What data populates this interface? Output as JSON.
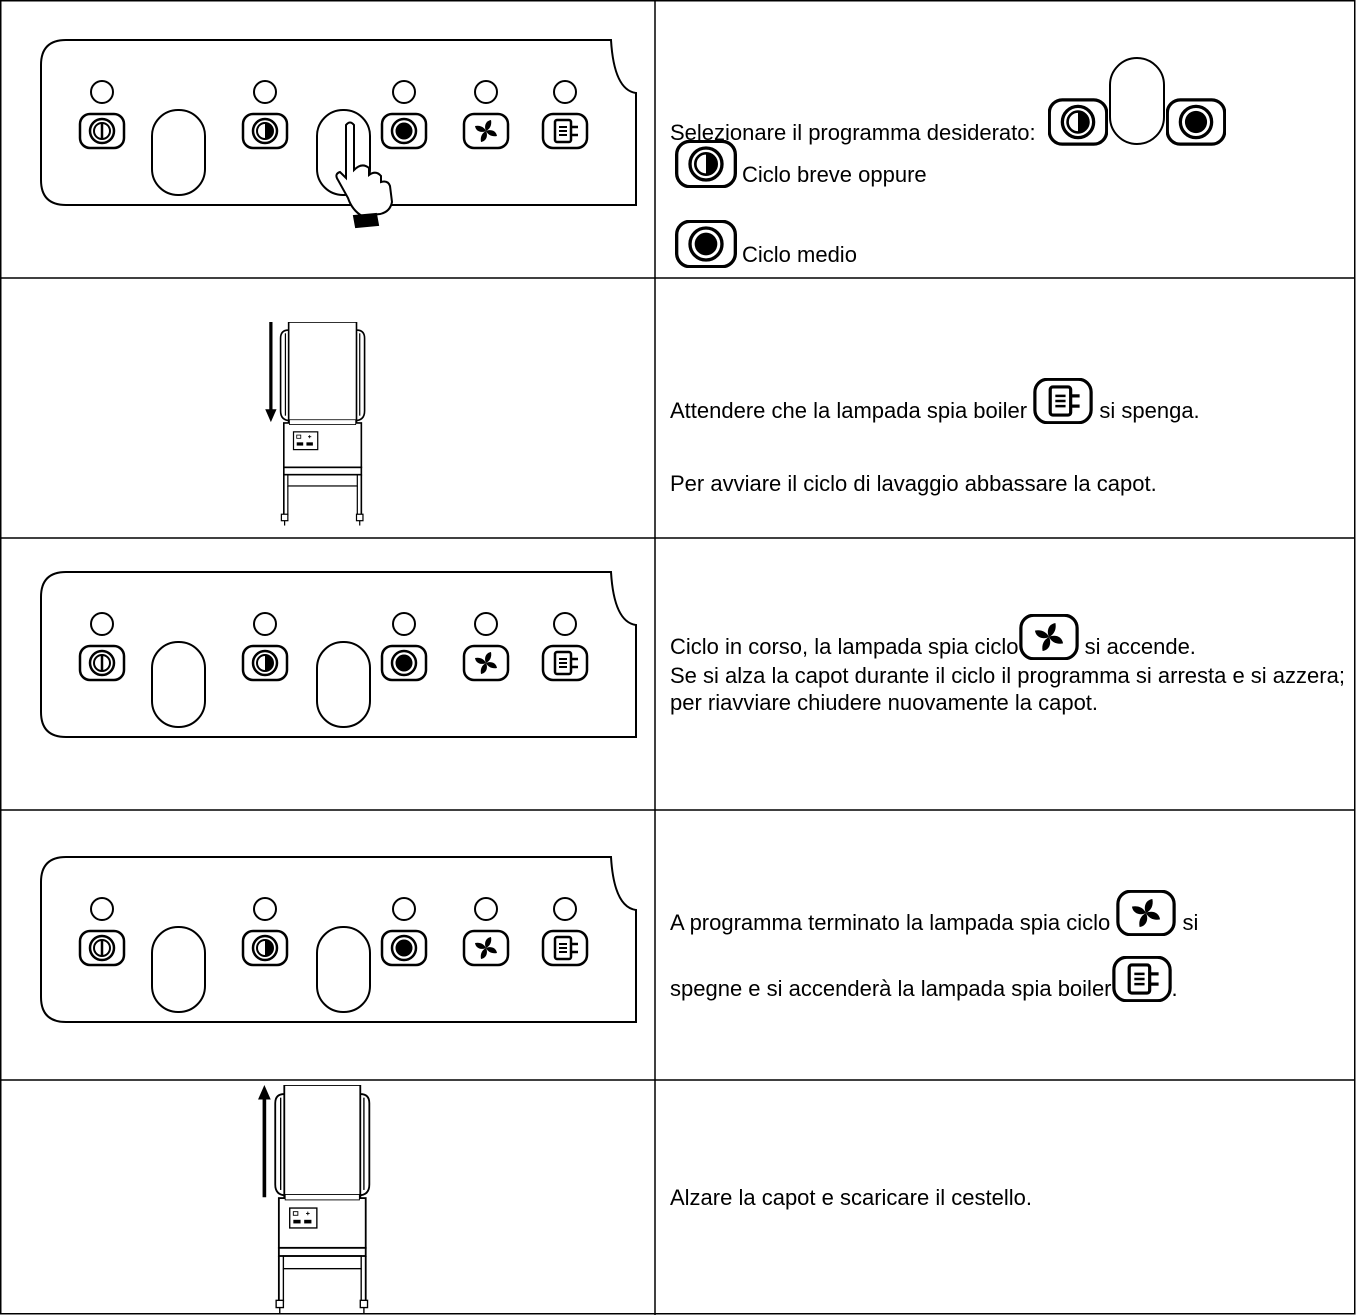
{
  "rows": [
    {
      "instruction": "Selezionare il programma desiderato:",
      "options": [
        {
          "icon": "half-circle-icon",
          "label": "Ciclo breve oppure"
        },
        {
          "icon": "full-circle-icon",
          "label": "Ciclo medio"
        }
      ]
    },
    {
      "text_before": "Attendere che la lampada spia boiler",
      "text_after": "si spenga.",
      "paragraph": "Per avviare il ciclo di lavaggio abbassare la capot.",
      "icon": "boiler-icon",
      "arrow": "down"
    },
    {
      "text_before": "Ciclo in corso, la lampada spia ciclo",
      "text_after": "si accende.",
      "text_rest": "Se si alza la capot durante il ciclo il programma si arresta e si azzera; per riavviare chiudere nuovamente la capot.",
      "icon": "fan-icon"
    },
    {
      "text_before": "A programma terminato la lampada spia ciclo",
      "text_mid": "si",
      "text_after_1": "spegne e si accenderà la lampada spia boiler",
      "text_after_2": ".",
      "icons": [
        "fan-icon",
        "boiler-icon"
      ]
    },
    {
      "text": "Alzare la capot e scaricare il cestello.",
      "arrow": "up"
    }
  ],
  "panel_icons": [
    "power-icon",
    "half-circle-icon",
    "full-circle-icon",
    "fan-icon",
    "boiler-icon"
  ],
  "colors": {
    "line": "#000000",
    "background": "#ffffff"
  }
}
